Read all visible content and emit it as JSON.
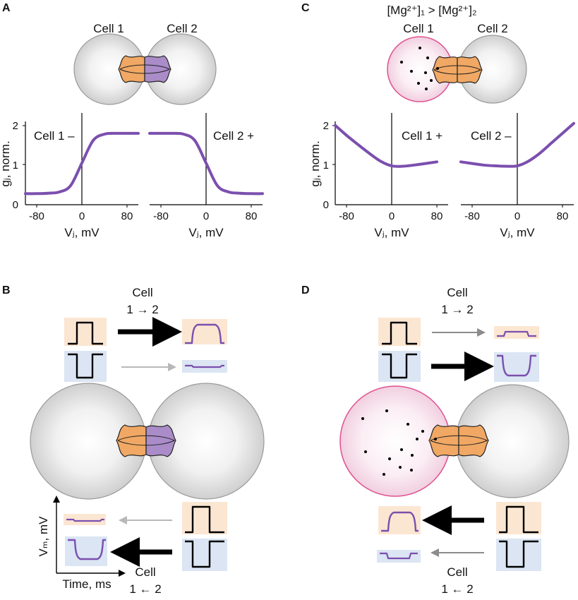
{
  "panels": {
    "A": {
      "letter": "A",
      "cell1_label": "Cell 1",
      "cell2_label": "Cell 2",
      "left_curve_label": "Cell 1 –",
      "right_curve_label": "Cell 2 +",
      "ylabel": "gⱼ, norm.",
      "y_ticks": [
        "0",
        "1",
        "2"
      ],
      "x_ticks": [
        "-80",
        "0",
        "80"
      ],
      "xlabel": "Vⱼ, mV"
    },
    "B": {
      "letter": "B",
      "top_direction_line1": "Cell",
      "top_direction_line2": "1 → 2",
      "bottom_direction_line1": "Cell",
      "bottom_direction_line2": "1 ← 2",
      "y_axis_label": "Vₘ, mV",
      "x_axis_label": "Time, ms"
    },
    "C": {
      "letter": "C",
      "mg_condition": "[Mg²⁺]₁ > [Mg²⁺]₂",
      "cell1_label": "Cell 1",
      "cell2_label": "Cell 2",
      "left_curve_label": "Cell 1 +",
      "right_curve_label": "Cell 2 –",
      "ylabel": "gⱼ, norm.",
      "y_ticks": [
        "0",
        "1",
        "2"
      ],
      "x_ticks": [
        "-80",
        "0",
        "80"
      ],
      "xlabel": "Vⱼ, mV"
    },
    "D": {
      "letter": "D",
      "top_direction_line1": "Cell",
      "top_direction_line2": "1 → 2",
      "bottom_direction_line1": "Cell",
      "bottom_direction_line2": "1 ← 2"
    }
  },
  "chart_data": [
    {
      "type": "line",
      "panel": "A-left",
      "x": [
        -100,
        -80,
        -60,
        -40,
        -20,
        0,
        20,
        40,
        60,
        80,
        100
      ],
      "y": [
        0.28,
        0.28,
        0.29,
        0.32,
        0.48,
        1.05,
        1.62,
        1.78,
        1.8,
        1.8,
        1.8
      ],
      "ylim": [
        0,
        2.1
      ],
      "xlim": [
        -100,
        100
      ]
    },
    {
      "type": "line",
      "panel": "A-right",
      "x": [
        -100,
        -80,
        -60,
        -40,
        -20,
        0,
        20,
        40,
        60,
        80,
        100
      ],
      "y": [
        1.8,
        1.8,
        1.8,
        1.78,
        1.62,
        1.05,
        0.48,
        0.32,
        0.29,
        0.28,
        0.28
      ],
      "ylim": [
        0,
        2.1
      ],
      "xlim": [
        -100,
        100
      ]
    },
    {
      "type": "line",
      "panel": "C-left",
      "x": [
        -100,
        -80,
        -60,
        -40,
        -20,
        0,
        20,
        40,
        60,
        80
      ],
      "y": [
        2.0,
        1.75,
        1.52,
        1.3,
        1.1,
        0.98,
        0.97,
        1.0,
        1.04,
        1.08
      ],
      "ylim": [
        0,
        2.1
      ],
      "xlim": [
        -100,
        100
      ]
    },
    {
      "type": "line",
      "panel": "C-right",
      "x": [
        -100,
        -80,
        -60,
        -40,
        -20,
        0,
        20,
        40,
        60,
        80,
        100
      ],
      "y": [
        1.08,
        1.04,
        1.0,
        0.98,
        0.97,
        0.98,
        1.1,
        1.3,
        1.55,
        1.8,
        2.05
      ],
      "ylim": [
        0,
        2.1
      ],
      "xlim": [
        -100,
        100
      ]
    }
  ],
  "colors": {
    "curve": "#7b4fae",
    "hemichannel_orange": "#f0a864",
    "hemichannel_purple": "#a98cc8",
    "magenta_cell": "#e0508f",
    "pulse_box_orange": "#fbe6d2",
    "pulse_box_blue": "#dbe5f3",
    "arrow_gray": "#b8b8b8"
  }
}
